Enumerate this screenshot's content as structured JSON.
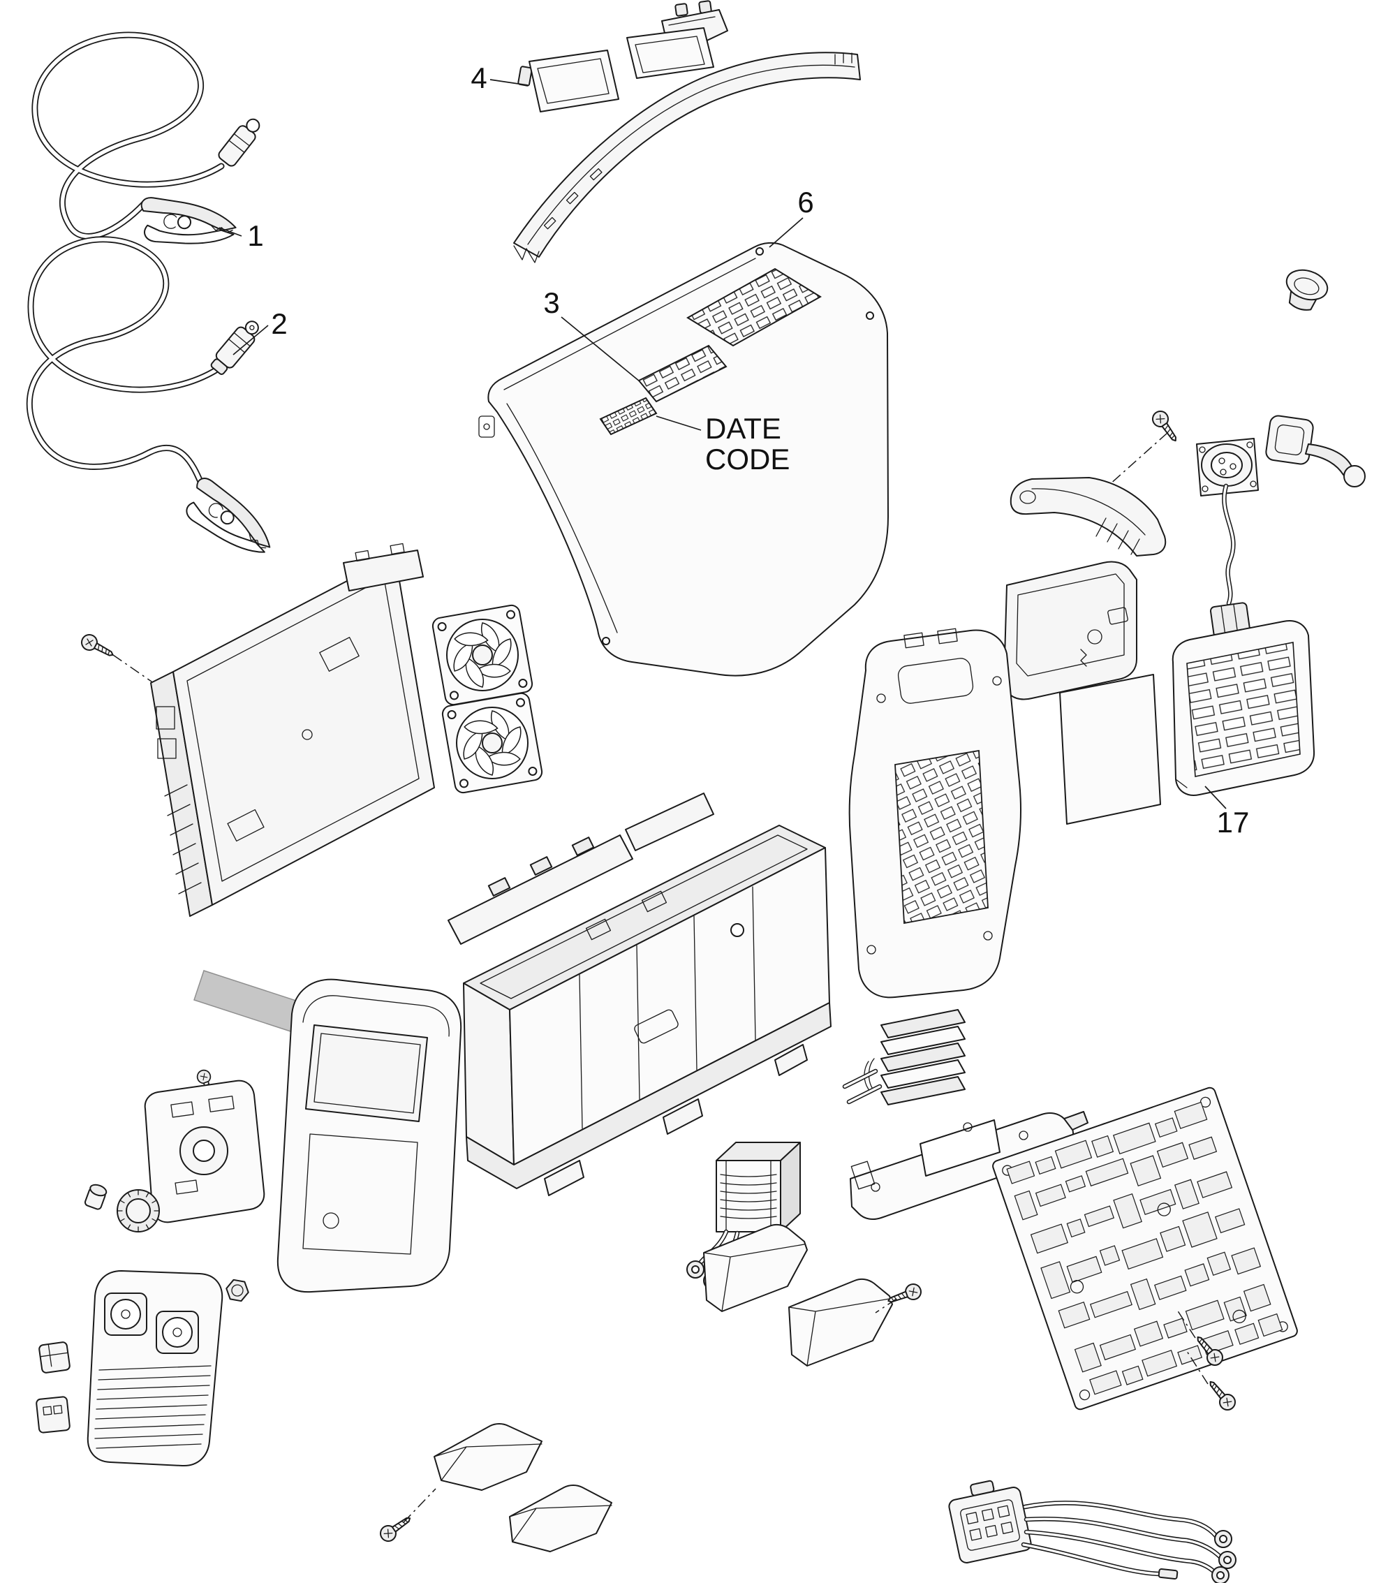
{
  "diagram": {
    "callouts": {
      "c1": "1",
      "c2": "2",
      "c3": "3",
      "c4": "4",
      "c6": "6",
      "c17": "17"
    },
    "date_code": {
      "line1": "DATE",
      "line2": "CODE"
    },
    "ink_color": "#1a1a1a"
  }
}
